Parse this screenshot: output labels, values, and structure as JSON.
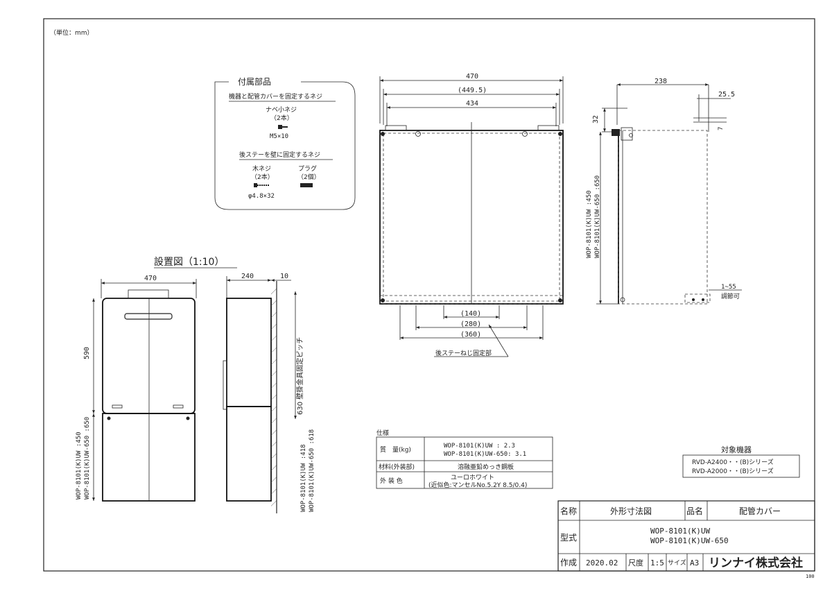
{
  "unit_note": "（単位：mm）",
  "accessories": {
    "title": "付属部品",
    "section1_title": "機器と配管カバーを固定するネジ",
    "screw1_name": "ナベ小ネジ",
    "screw1_qty": "（2本）",
    "screw1_size": "M5×10",
    "section2_title": "後ステーを壁に固定するネジ",
    "wood_screw_name": "木ネジ",
    "wood_screw_qty": "（2本）",
    "plug_name": "プラグ",
    "plug_qty": "（2個）",
    "wood_screw_size": "φ4.8×32"
  },
  "front_view": {
    "dim_470": "470",
    "dim_449_5": "(449.5)",
    "dim_434": "434",
    "dim_140": "(140)",
    "dim_280": "(280)",
    "dim_360": "(360)",
    "rear_stay_label": "後ステーねじ固定部",
    "height_label_1": "WOP-8101(K)UW   :450",
    "height_label_2": "WOP-8101(K)UW-650 :650"
  },
  "side_view": {
    "dim_238": "238",
    "dim_25_5": "25.5",
    "dim_32": "32",
    "dim_7": "7",
    "dim_adjust": "1~55",
    "adjust_label": "調節可"
  },
  "install_view": {
    "title": "設置図（1:10）",
    "front_width": "470",
    "side_width": "240",
    "wall_gap": "10",
    "dim_590": "590",
    "dim_630": "630 壁掛金具固定ピッチ",
    "front_height_label_1": "WOP-8101(K)UW   :450",
    "front_height_label_2": "WOP-8101(K)UW-650 :650",
    "side_height_label_1": "WOP-8101(K)UW   :418",
    "side_height_label_2": "WOP-8101(K)UW-650 :618"
  },
  "spec": {
    "title": "仕様",
    "weight_label": "質　量(kg)",
    "weight_value_1": "WOP-8101(K)UW    : 2.3",
    "weight_value_2": "WOP-8101(K)UW-650: 3.1",
    "material_label": "材料(外装部)",
    "material_value": "溶融亜鉛めっき鋼板",
    "color_label": "外 装 色",
    "color_value_1": "ユーロホワイト",
    "color_value_2": "(近似色:マンセルNo.5.2Y 8.5/0.4)"
  },
  "target": {
    "title": "対象機器",
    "item1": "RVD-A2400・・(B)シリーズ",
    "item2": "RVD-A2000・・(B)シリーズ"
  },
  "title_block": {
    "name_label": "名称",
    "name_value": "外形寸法図",
    "product_label": "品名",
    "product_value": "配管カバー",
    "model_label": "型式",
    "model_value_1": "WOP-8101(K)UW",
    "model_value_2": "WOP-8101(K)UW-650",
    "made_label": "作成",
    "made_value": "2020.02",
    "scale_label": "尺度",
    "scale_value": "1:5",
    "size_label": "サイズ",
    "size_value": "A3",
    "company": "リンナイ株式会社"
  },
  "corner_mark": "100"
}
